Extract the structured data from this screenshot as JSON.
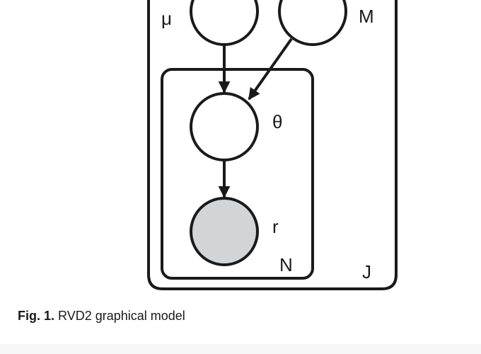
{
  "nodes": {
    "mu": {
      "label": "μ",
      "observed": false
    },
    "M": {
      "label": "M",
      "observed": false
    },
    "theta": {
      "label": "θ",
      "observed": false
    },
    "r": {
      "label": "r",
      "observed": true
    }
  },
  "plates": {
    "outer": {
      "label": "J"
    },
    "inner": {
      "label": "N"
    }
  },
  "edges": [
    {
      "from": "mu",
      "to": "theta"
    },
    {
      "from": "M",
      "to": "theta"
    },
    {
      "from": "theta",
      "to": "r"
    }
  ],
  "colors": {
    "stroke": "#1a1a1a",
    "observed_fill": "#d3d4d6",
    "latent_fill": "#ffffff"
  },
  "caption": {
    "prefix": "Fig. 1.",
    "text": "RVD2 graphical model"
  }
}
